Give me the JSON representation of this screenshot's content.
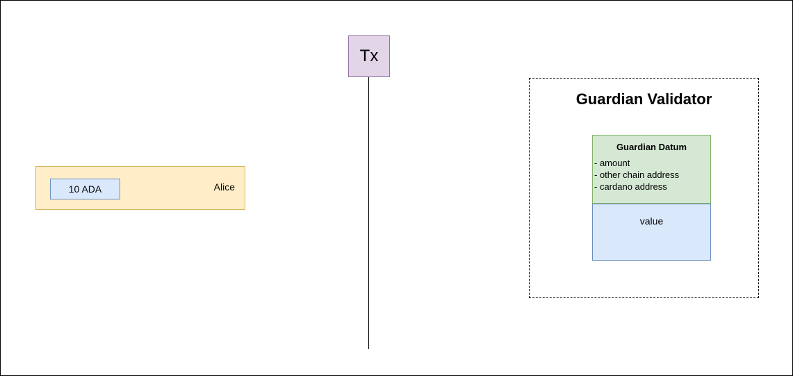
{
  "diagram": {
    "title_hidden": "",
    "tx": {
      "label": "Tx"
    },
    "alice_utxo": {
      "owner_label": "Alice",
      "value_label": "10 ADA"
    },
    "guardian_validator": {
      "title": "Guardian Validator",
      "datum": {
        "title": "Guardian Datum",
        "fields": [
          "- amount",
          "- other chain address",
          "- cardano address"
        ]
      },
      "value": {
        "label": "value"
      }
    },
    "colors": {
      "tx_fill": "#e1d5e7",
      "tx_stroke": "#9673a6",
      "alice_fill": "#ffeec8",
      "alice_stroke": "#d6b656",
      "ada_fill": "#dae8fc",
      "ada_stroke": "#6c8ebf",
      "datum_fill": "#d5e8d4",
      "datum_stroke": "#82b366",
      "value_fill": "#dae8fc",
      "value_stroke": "#6c8ebf",
      "line": "#000000"
    }
  }
}
